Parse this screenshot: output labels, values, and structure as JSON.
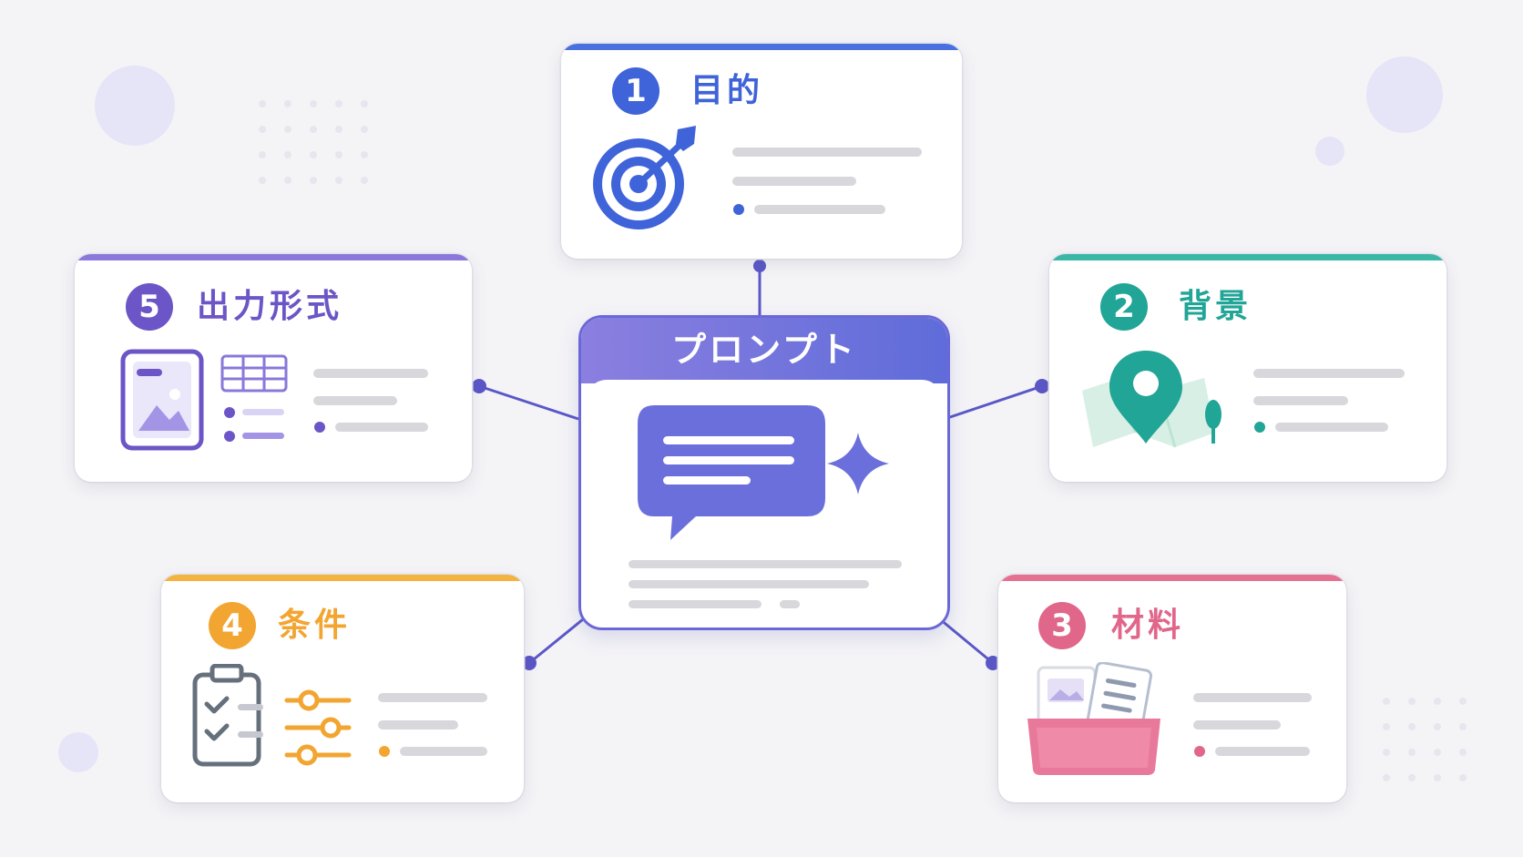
{
  "center": {
    "title": "プロンプト"
  },
  "cards": [
    {
      "id": "purpose",
      "number": "1",
      "title": "目的",
      "color": "#3f63d8",
      "icon": "target-icon"
    },
    {
      "id": "background",
      "number": "2",
      "title": "背景",
      "color": "#21a596",
      "icon": "map-pin-icon"
    },
    {
      "id": "materials",
      "number": "3",
      "title": "材料",
      "color": "#e0668a",
      "icon": "folder-documents-icon"
    },
    {
      "id": "conditions",
      "number": "4",
      "title": "条件",
      "color": "#f2a530",
      "icon": "clipboard-sliders-icon"
    },
    {
      "id": "output-format",
      "number": "5",
      "title": "出力形式",
      "color": "#6c55c6",
      "icon": "layout-table-icon"
    }
  ],
  "colors": {
    "center_accent": "#6a68d8",
    "connector": "#5b57c7",
    "background": "#f4f4f7"
  }
}
